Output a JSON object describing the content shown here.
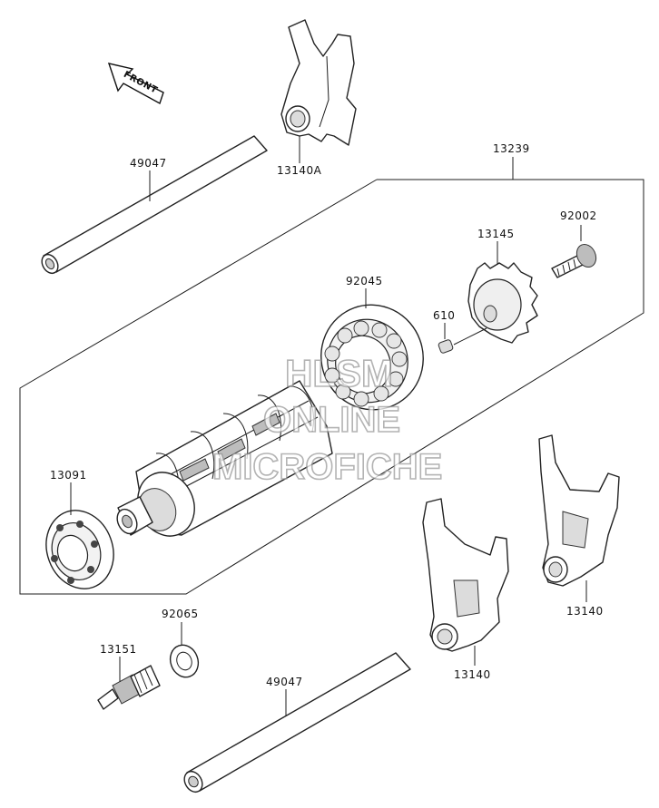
{
  "watermark": {
    "line1": "HLSM",
    "line2": "ONLINE",
    "line3": "MICROFICHE"
  },
  "front_arrow": {
    "label": "FRONT"
  },
  "callouts": {
    "shift_rod_upper": "49047",
    "fork_upper": "13140A",
    "assembly": "13239",
    "screw": "92002",
    "drum_plate": "13145",
    "bearing_large": "92045",
    "pin": "610",
    "bearing_small": "13091",
    "washer": "92065",
    "switch": "13151",
    "shift_rod_lower": "49047",
    "fork_mid": "13140",
    "fork_right": "13140"
  },
  "colors": {
    "line": "#1c1c1c",
    "shade": "#dcdcdc",
    "watermark_outline": "#9a9a9a"
  }
}
